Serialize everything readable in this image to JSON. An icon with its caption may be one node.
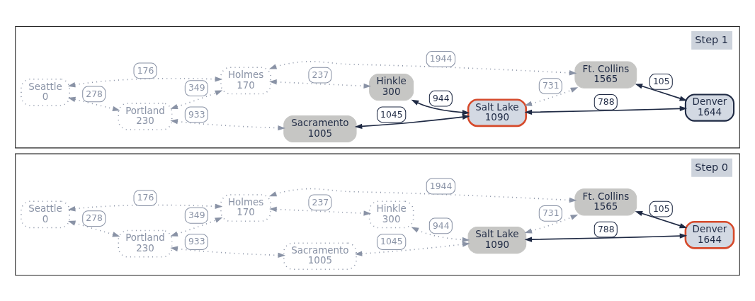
{
  "diagram": {
    "nodes": [
      {
        "text": [
          "Step 0"
        ]
      },
      {
        "text": [
          "Seattle",
          "0"
        ],
        "in": 0
      },
      {
        "text": [
          "Portland",
          "230"
        ],
        "in": 0
      },
      {
        "text": [
          "Holmes",
          "170"
        ],
        "in": 0
      },
      {
        "text": [
          "Hinkle",
          "300"
        ],
        "in": 0
      },
      {
        "text": [
          "Ft. Collins",
          "1565"
        ],
        "in": 0
      },
      {
        "text": [
          "Sacramento",
          "1005"
        ],
        "in": 0
      },
      {
        "text": [
          "Salt Lake",
          "1090"
        ],
        "in": 0
      },
      {
        "text": [
          "Denver",
          "1644"
        ],
        "in": 0
      },
      {
        "text": [
          "Step 1"
        ]
      },
      {
        "text": [
          "Seattle",
          "0"
        ],
        "in": 9
      },
      {
        "text": [
          "Portland",
          "230"
        ],
        "in": 9
      },
      {
        "text": [
          "Holmes",
          "170"
        ],
        "in": 9
      },
      {
        "text": [
          "Hinkle",
          "300"
        ],
        "in": 9
      },
      {
        "text": [
          "Ft. Collins",
          "1565"
        ],
        "in": 9
      },
      {
        "text": [
          "Sacramento",
          "1005"
        ],
        "in": 9
      },
      {
        "text": [
          "Salt Lake",
          "1090"
        ],
        "in": 9
      },
      {
        "text": [
          "Denver",
          "1644"
        ],
        "in": 9
      }
    ],
    "edges": [
      {
        "from": 1,
        "to": 3,
        "arrow": "both",
        "label": "176",
        "style": "dashed",
        "color": "#8a93a6"
      },
      {
        "from": 1,
        "to": 2,
        "arrow": "both",
        "label": "278",
        "style": "dashed",
        "color": "#8a93a6"
      },
      {
        "from": 2,
        "to": 3,
        "arrow": "both",
        "label": "349",
        "style": "dashed",
        "color": "#8a93a6"
      },
      {
        "from": 3,
        "to": 4,
        "arrow": "both",
        "label": "237",
        "style": "dashed",
        "color": "#8a93a6"
      },
      {
        "from": 3,
        "to": 5,
        "arrow": "both",
        "label": "1944",
        "style": "dashed",
        "color": "#8a93a6"
      },
      {
        "from": 2,
        "to": 6,
        "arrow": "both",
        "label": "933",
        "style": "dashed",
        "color": "#8a93a6"
      },
      {
        "from": 4,
        "to": 7,
        "arrow": "both",
        "label": "944",
        "style": "dashed",
        "color": "#8a93a6"
      },
      {
        "from": 7,
        "to": 5,
        "arrow": "both",
        "label": "731",
        "style": "dashed",
        "color": "#8a93a6"
      },
      {
        "from": 6,
        "to": 7,
        "arrow": "both",
        "label": "1045",
        "style": "dashed",
        "color": "#8a93a6"
      },
      {
        "from": 7,
        "to": 8,
        "arrow": "both",
        "label": "788",
        "color": "#1f2a44"
      },
      {
        "from": 5,
        "to": 8,
        "arrow": "both",
        "label": "105",
        "color": "#1f2a44"
      },
      {
        "from": 10,
        "to": 12,
        "arrow": "both",
        "label": "176",
        "style": "dashed",
        "color": "#8a93a6"
      },
      {
        "from": 10,
        "to": 11,
        "arrow": "both",
        "label": "278",
        "style": "dashed",
        "color": "#8a93a6"
      },
      {
        "from": 11,
        "to": 12,
        "arrow": "both",
        "label": "349",
        "style": "dashed",
        "color": "#8a93a6"
      },
      {
        "from": 12,
        "to": 13,
        "arrow": "both",
        "label": "237",
        "style": "dashed",
        "color": "#8a93a6"
      },
      {
        "from": 12,
        "to": 14,
        "arrow": "both",
        "label": "1944",
        "style": "dashed",
        "color": "#8a93a6"
      },
      {
        "from": 11,
        "to": 15,
        "arrow": "both",
        "label": "933",
        "style": "dashed",
        "color": "#8a93a6"
      },
      {
        "from": 13,
        "to": 16,
        "arrow": "both",
        "label": "944",
        "color": "#1f2a44"
      },
      {
        "from": 16,
        "to": 14,
        "arrow": "both",
        "label": "731",
        "style": "dashed",
        "color": "#8a93a6"
      },
      {
        "from": 15,
        "to": 16,
        "arrow": "both",
        "label": "1045",
        "color": "#1f2a44"
      },
      {
        "from": 16,
        "to": 17,
        "arrow": "both",
        "label": "788",
        "color": "#1f2a44"
      },
      {
        "from": 14,
        "to": 17,
        "arrow": "both",
        "label": "105",
        "color": "#1f2a44"
      }
    ]
  }
}
